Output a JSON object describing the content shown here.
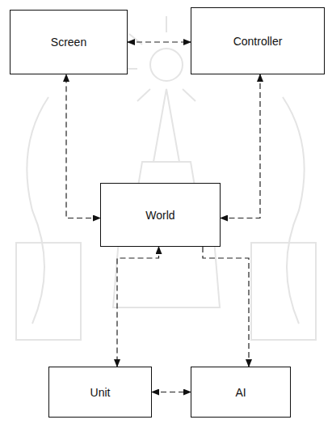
{
  "diagram": {
    "nodes": [
      {
        "text": [
          "Screen"
        ]
      },
      {
        "text": [
          "Controller"
        ]
      },
      {
        "text": [
          "World"
        ]
      },
      {
        "text": [
          "Unit"
        ]
      },
      {
        "text": [
          "AI"
        ]
      }
    ],
    "edges": [
      {
        "from": 0,
        "to": 1,
        "arrow": "both"
      },
      {
        "from": 2,
        "to": 0,
        "arrow": "both"
      },
      {
        "from": 1,
        "to": 2,
        "arrow": "both"
      },
      {
        "from": 2,
        "to": 3,
        "arrow": "both"
      },
      {
        "from": 2,
        "to": 4,
        "arrow": "to"
      },
      {
        "from": 3,
        "to": 4,
        "arrow": "both"
      }
    ]
  }
}
